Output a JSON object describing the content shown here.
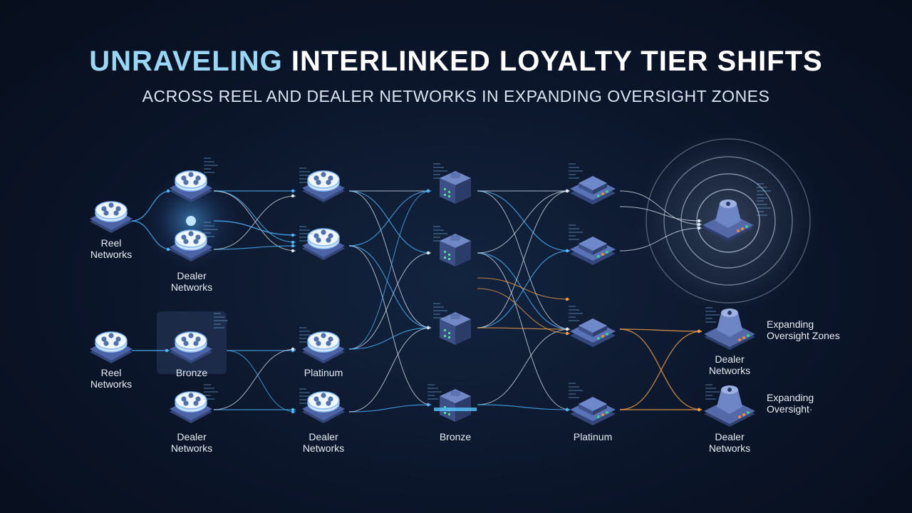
{
  "header": {
    "title_accent": "UNRAVELING",
    "title_rest": "INTERLINKED LOYALTY TIER SHIFTS",
    "subtitle": "ACROSS REEL AND DEALER NETWORKS IN EXPANDING OVERSIGHT ZONES"
  },
  "labels": {
    "reel_1": [
      "Reel",
      "Networks"
    ],
    "dealer_1": [
      "Dealer",
      "Networks"
    ],
    "reel_2": [
      "Reel",
      "Networks"
    ],
    "bronze_1": "Bronze",
    "platinum_1": "Platinum",
    "dealer_2": [
      "Dealer",
      "Networks"
    ],
    "dealer_3": [
      "Dealer",
      "Networks"
    ],
    "bronze_2": "Bronze",
    "platinum_2": "Platinum",
    "dealer_4": [
      "Dealer",
      "Networks"
    ],
    "dealer_5": [
      "Dealer",
      "Networks"
    ],
    "expanding_1": [
      "Expanding",
      "Oversight Zones"
    ],
    "expanding_2": [
      "Expanding",
      "Oversight·"
    ]
  },
  "colors": {
    "link_blue": "#4fb7ff",
    "link_white": "#dfe8f5",
    "link_orange": "#f0a04a",
    "node_top": "#6f88c9",
    "node_side": "#34477a"
  }
}
